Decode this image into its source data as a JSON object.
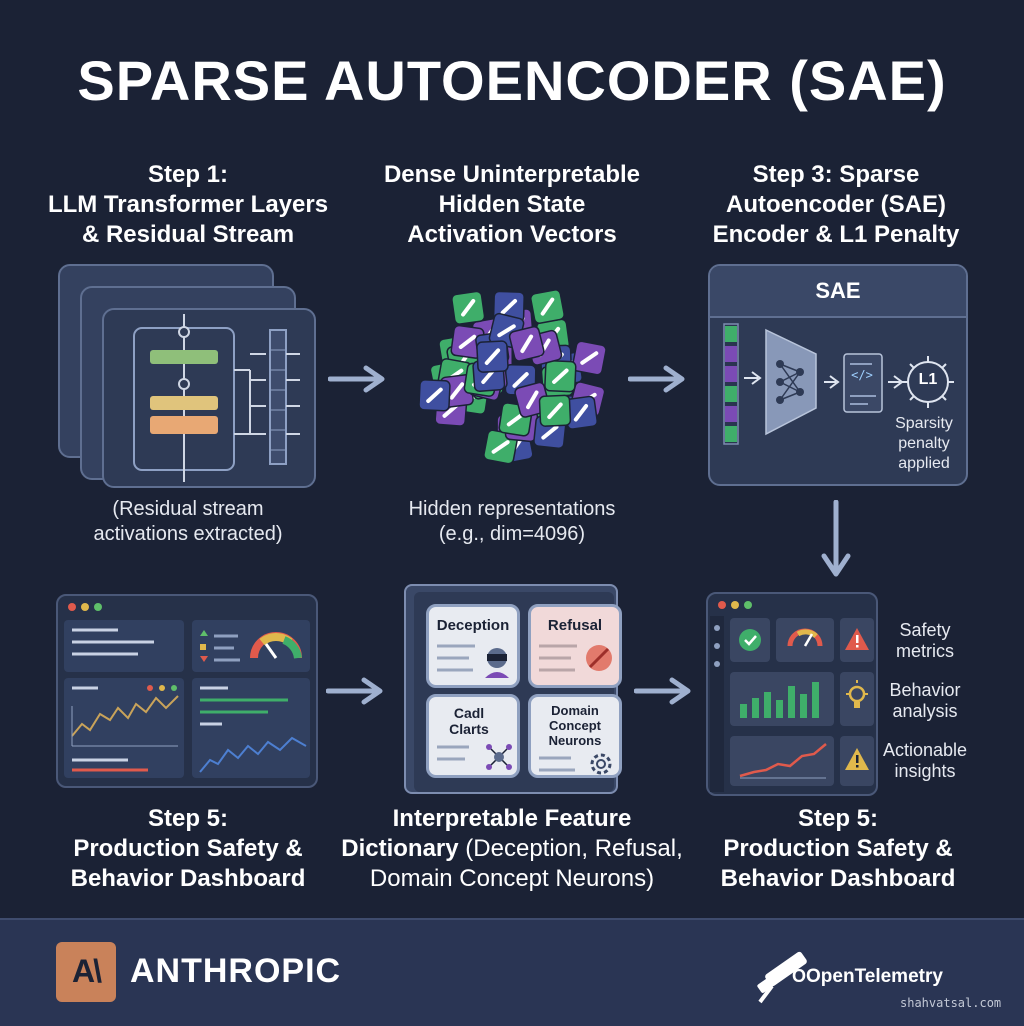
{
  "title": "SPARSE AUTOENCODER (SAE)",
  "steps": {
    "step1": {
      "heading": [
        "Step 1:",
        "LLM Transformer Layers",
        "& Residual Stream"
      ],
      "caption": [
        "(Residual stream",
        "activations extracted)"
      ]
    },
    "step2": {
      "heading": [
        "Dense Uninterpretable",
        "Hidden State",
        "Activation Vectors"
      ],
      "caption": [
        "Hidden representations",
        "(e.g., dim=4096)"
      ]
    },
    "step3": {
      "heading": [
        "Step 3: Sparse",
        "Autoencoder (SAE)",
        "Encoder & L1 Penalty"
      ],
      "sae_label": "SAE",
      "l1_label": "L1",
      "code_glyph": "</>",
      "sparsity_note": [
        "Sparsity",
        "penalty",
        "applied"
      ]
    },
    "step5_left": {
      "heading": [
        "Step 5:",
        "Production Safety &",
        "Behavior Dashboard"
      ]
    },
    "dictionary": {
      "heading_bold": "Interpretable Feature",
      "heading_bold2": "Dictionary",
      "heading_rest": " (Deception, Refusal,",
      "heading_line3": "Domain Concept Neurons)",
      "cards": [
        {
          "label": "Deception"
        },
        {
          "label": "Refusal"
        },
        {
          "label": "Cadl Clarts"
        },
        {
          "label": "Domain Concept Neurons"
        }
      ]
    },
    "step5_right": {
      "heading": [
        "Step 5:",
        "Production Safety &",
        "Behavior Dashboard"
      ],
      "rows": [
        {
          "label": "Safety metrics"
        },
        {
          "label": "Behavior analysis"
        },
        {
          "label": "Actionable insights"
        }
      ]
    }
  },
  "footer": {
    "brand": "ANTHROPIC",
    "brand_logo": "A\\",
    "partner": "OpenTelemetry",
    "watermark": "shahvatsal.com"
  },
  "colors": {
    "background": "#1b2235",
    "panel": "#2e3a55",
    "accent_green": "#3fae6a",
    "accent_purple": "#7b4bb5",
    "accent_blue": "#3f4fa0",
    "chart_orange": "#c9a35a",
    "chart_blue": "#4d7fd1"
  }
}
